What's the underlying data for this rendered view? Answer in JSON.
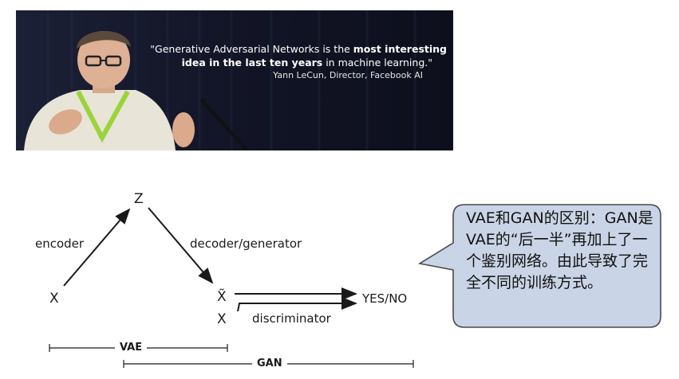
{
  "banner": {
    "quote_open": "\"Generative Adversarial Networks is the ",
    "quote_bold1": "most interesting",
    "quote_bold2": "idea in the last ten years",
    "quote_close": " in machine learning.\"",
    "attribution": "Yann LeCun, Director, Facebook AI"
  },
  "diagram": {
    "z_label": "Z",
    "x_label": "X",
    "x_tilde_label": "X̃",
    "x_real_label": "X",
    "encoder_label": "encoder",
    "decoder_label": "decoder/generator",
    "discriminator_label": "discriminator",
    "output_label": "YES/NO",
    "vae_label": "VAE",
    "gan_label": "GAN"
  },
  "callout": {
    "text": "VAE和GAN的区别：GAN是VAE的“后一半”再加上了一个鉴别网络。由此导致了完全不同的训练方式。",
    "fill": "#c9d4e6",
    "stroke": "#4a4a4a"
  },
  "colors": {
    "photo_bg": "#14182a",
    "ink": "#1a1a1a"
  }
}
